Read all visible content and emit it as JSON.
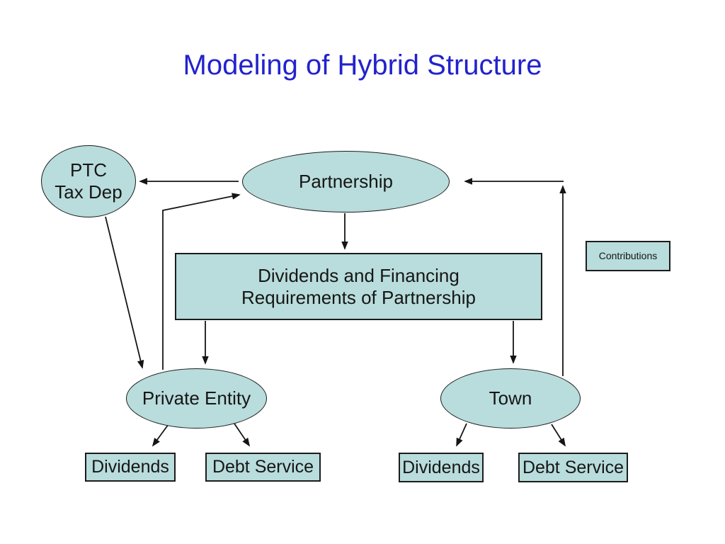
{
  "slide": {
    "title": "Modeling of Hybrid Structure",
    "nodes": {
      "ptc": {
        "line1": "PTC",
        "line2": "Tax Dep"
      },
      "partnership": {
        "label": "Partnership"
      },
      "contributions": {
        "label": "Contributions"
      },
      "requirements": {
        "line1": "Dividends and Financing",
        "line2": "Requirements of Partnership"
      },
      "private_entity": {
        "label": "Private Entity"
      },
      "town": {
        "label": "Town"
      },
      "private_entity_dividends": {
        "label": "Dividends"
      },
      "private_entity_debt_service": {
        "label": "Debt Service"
      },
      "town_dividends": {
        "label": "Dividends"
      },
      "town_debt_service": {
        "label": "Debt Service"
      }
    },
    "connectors": [
      {
        "from": "partnership",
        "to": "ptc",
        "style": "straight-arrow"
      },
      {
        "from": "private_entity",
        "to": "partnership",
        "style": "elbow-arrow"
      },
      {
        "from": "ptc",
        "to": "private_entity",
        "style": "straight-arrow"
      },
      {
        "from": "partnership",
        "to": "requirements",
        "style": "straight-arrow"
      },
      {
        "from": "requirements",
        "to": "private_entity",
        "style": "straight-arrow"
      },
      {
        "from": "requirements",
        "to": "town",
        "style": "straight-arrow"
      },
      {
        "from": "town",
        "to": "partnership",
        "style": "elbow-double-arrow"
      },
      {
        "from": "private_entity",
        "to": "private_entity_dividends",
        "style": "straight-arrow"
      },
      {
        "from": "private_entity",
        "to": "private_entity_debt_service",
        "style": "straight-arrow"
      },
      {
        "from": "town",
        "to": "town_dividends",
        "style": "straight-arrow"
      },
      {
        "from": "town",
        "to": "town_debt_service",
        "style": "straight-arrow"
      }
    ]
  },
  "colors": {
    "background": "#ffffff",
    "title": "#2222cc",
    "shape_fill": "#b9dcdc",
    "shape_border": "#1c1c1c",
    "line": "#151515",
    "text": "#161616"
  }
}
